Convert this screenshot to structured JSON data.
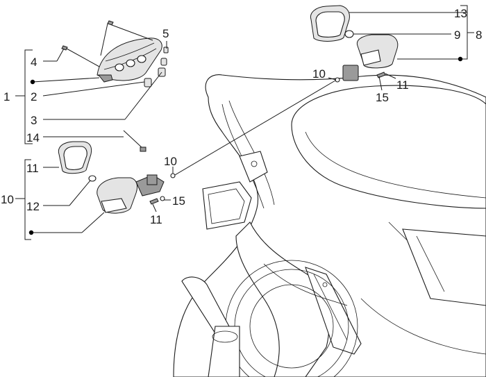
{
  "callouts": [
    {
      "id": "c1",
      "text": "1"
    },
    {
      "id": "c2",
      "text": "2"
    },
    {
      "id": "c3",
      "text": "3"
    },
    {
      "id": "c4",
      "text": "4"
    },
    {
      "id": "c5",
      "text": "5"
    },
    {
      "id": "c8",
      "text": "8"
    },
    {
      "id": "c9",
      "text": "9"
    },
    {
      "id": "c10a",
      "text": "10"
    },
    {
      "id": "c10b",
      "text": "10"
    },
    {
      "id": "c10c",
      "text": "10"
    },
    {
      "id": "c11a",
      "text": "11"
    },
    {
      "id": "c11b",
      "text": "11"
    },
    {
      "id": "c11c",
      "text": "11"
    },
    {
      "id": "c12",
      "text": "12"
    },
    {
      "id": "c13",
      "text": "13"
    },
    {
      "id": "c14",
      "text": "14"
    },
    {
      "id": "c15a",
      "text": "15"
    },
    {
      "id": "c15b",
      "text": "15"
    }
  ]
}
